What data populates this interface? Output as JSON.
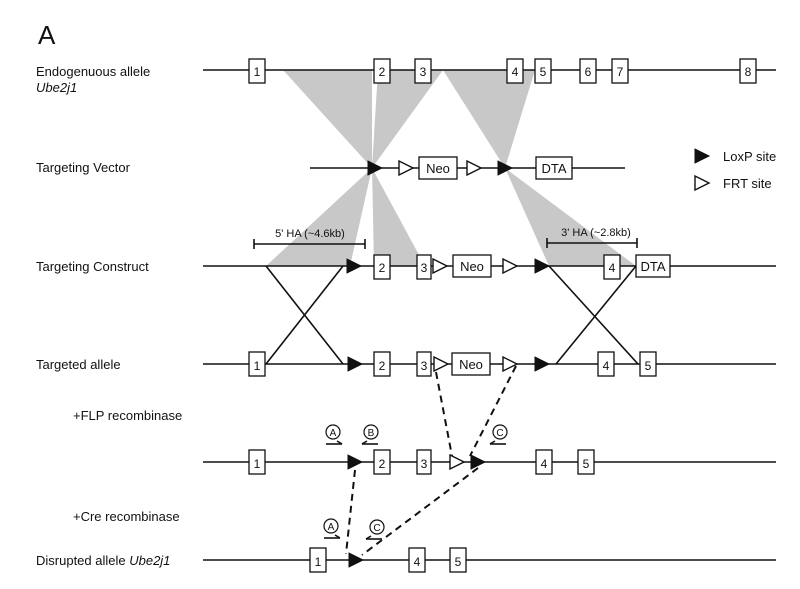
{
  "panel_letter": "A",
  "rows": {
    "endogenous": {
      "label": "Endogenuous allele",
      "gene": "Ube2j1"
    },
    "vector": {
      "label": "Targeting Vector"
    },
    "construct": {
      "label": "Targeting Construct"
    },
    "targeted": {
      "label": "Targeted allele"
    },
    "flp": {
      "label": "+FLP recombinase"
    },
    "cre": {
      "label": "+Cre recombinase"
    },
    "disrupted": {
      "label": "Disrupted allele ",
      "gene": "Ube2j1"
    }
  },
  "exons": {
    "e1": "1",
    "e2": "2",
    "e3": "3",
    "e4": "4",
    "e5": "5",
    "e6": "6",
    "e7": "7",
    "e8": "8"
  },
  "cassettes": {
    "neo": "Neo",
    "dta": "DTA"
  },
  "homology_arms": {
    "five_prime": "5' HA (~4.6kb)",
    "three_prime": "3' HA (~2.8kb)"
  },
  "legend": {
    "loxp": "LoxP site",
    "frt": "FRT site"
  },
  "primers": {
    "a": "A",
    "b": "B",
    "c": "C"
  },
  "colors": {
    "line": "#111111",
    "shade": "#c8c8c8",
    "background": "#ffffff"
  }
}
